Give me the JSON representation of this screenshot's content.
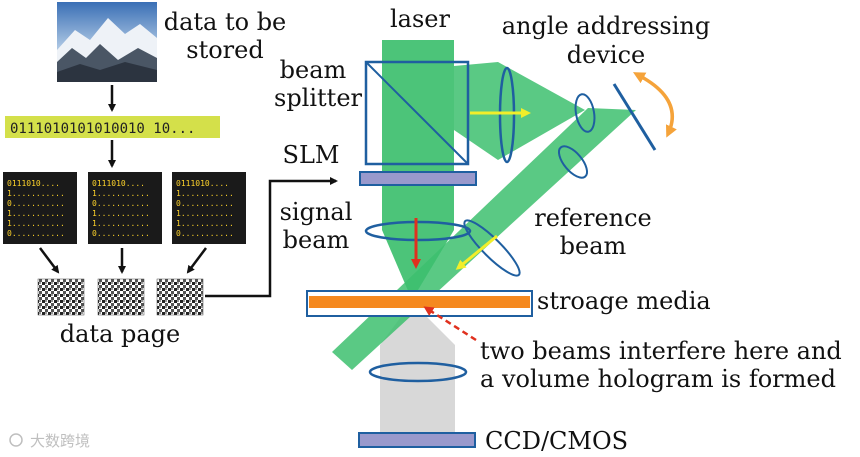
{
  "labels": {
    "data_to_be_stored": [
      "data to be",
      "stored"
    ],
    "binary_string": "0111010101010010 10...",
    "data_page": "data page",
    "laser": "laser",
    "beam_splitter": [
      "beam",
      "splitter"
    ],
    "angle_addressing_device": [
      "angle addressing",
      "device"
    ],
    "slm": "SLM",
    "signal_beam": [
      "signal",
      "beam"
    ],
    "reference_beam": [
      "reference",
      "beam"
    ],
    "storage_media": "stroage media",
    "interference_note": [
      "two beams interfere here and",
      "a volume hologram is formed"
    ],
    "ccd_cmos": "CCD/CMOS",
    "watermark": "大数跨境"
  },
  "binary_panel_lines": [
    "0111010....",
    "1...........",
    "0...........",
    "1...........",
    "1...........",
    "0..........."
  ],
  "colors": {
    "beam_green": "#3dbf6e",
    "binary_bar": "#d4e04a",
    "slm_fill": "#9999cc",
    "media_orange": "#f5891f",
    "outline_blue": "#1f5fa0",
    "arrow_red": "#e0301e",
    "arrow_yellow": "#f2ee2a",
    "arrow_orange": "#f5a33a",
    "detector_beam_gray": "#d8d8d8"
  }
}
